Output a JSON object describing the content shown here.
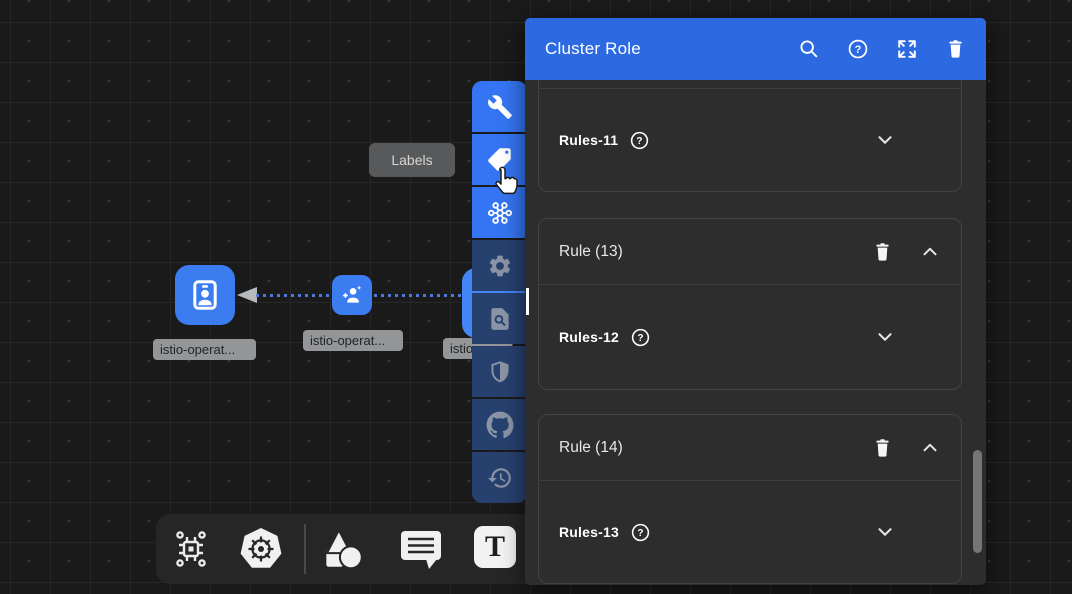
{
  "panel": {
    "title": "Cluster Role",
    "header_icons": [
      "search-icon",
      "help-icon",
      "fullscreen-icon",
      "delete-icon"
    ],
    "cards": [
      {
        "rules_label": "Rules-11",
        "state": "collapsed"
      },
      {
        "title": "Rule (13)",
        "rules_label": "Rules-12",
        "state": "expanded"
      },
      {
        "title": "Rule (14)",
        "rules_label": "Rules-13",
        "state": "expanded"
      }
    ]
  },
  "canvas": {
    "tooltip_label": "Labels",
    "nodes": [
      {
        "label": "istio-operat...",
        "icon": "badge-id-icon"
      },
      {
        "label": "istio-operat...",
        "icon": "person-add-icon"
      },
      {
        "label": "istio-operat...",
        "icon": "hidden-behind-toolbar"
      }
    ],
    "edges": [
      {
        "from": "node-2",
        "to": "node-1",
        "style": "dotted",
        "arrow": "left"
      },
      {
        "from": "node-3",
        "to": "node-2",
        "style": "dotted"
      }
    ]
  },
  "left_toolbar": {
    "items": [
      {
        "icon": "wrench-icon",
        "style": "primary"
      },
      {
        "icon": "label-tag-icon",
        "style": "primary",
        "hovered": true
      },
      {
        "icon": "hub-icon",
        "style": "primary"
      },
      {
        "icon": "gear-icon",
        "style": "muted"
      },
      {
        "icon": "file-search-icon",
        "style": "muted"
      },
      {
        "icon": "shield-icon",
        "style": "muted"
      },
      {
        "icon": "github-icon",
        "style": "muted"
      },
      {
        "icon": "history-icon",
        "style": "muted"
      }
    ]
  },
  "bottom_toolbar": {
    "items": [
      "circuit-icon",
      "kubernetes-icon",
      "shapes-icon",
      "comment-icon",
      "text-tool-icon"
    ]
  },
  "icons": {
    "help_glyph": "?",
    "text_tool_glyph": "T"
  },
  "colors": {
    "header_blue": "#2d6ae2",
    "toolbar_blue": "#3575f3",
    "toolbar_navy": "#27416f",
    "node_blue": "#3b7cf0",
    "canvas_bg": "#1a1a1a",
    "panel_bg": "#2d2d2d",
    "edge_blue": "#4b79dc"
  }
}
